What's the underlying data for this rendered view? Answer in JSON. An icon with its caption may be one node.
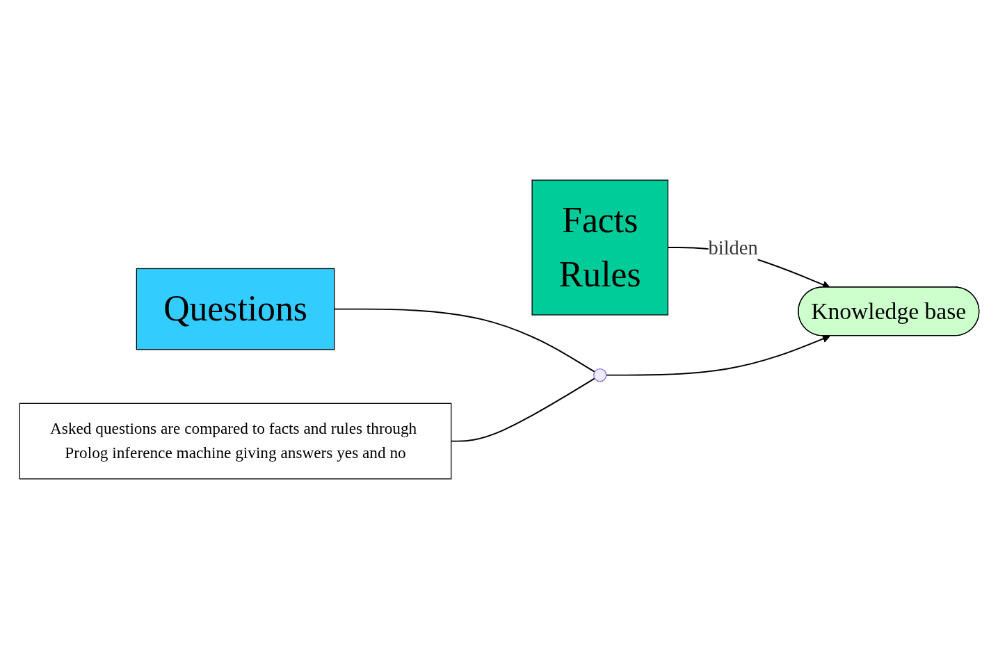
{
  "diagram": {
    "nodes": [
      {
        "text": [
          "Facts",
          "Rules"
        ]
      },
      {
        "text": [
          "Knowledge base"
        ]
      },
      {
        "text": [
          "Asked questions are compared to facts and rules through Prolog inference machine giving answers yes and no"
        ]
      },
      {
        "text": [
          "Questions"
        ]
      },
      {
        "text": [],
        "shape": "circle"
      }
    ],
    "edges": [
      {
        "from": 0,
        "to": 1,
        "arrow": "to",
        "label": "bilden"
      },
      {
        "from": 3,
        "to": 4,
        "arrow": "none"
      },
      {
        "from": 4,
        "to": 1,
        "arrow": "to"
      },
      {
        "from": 2,
        "to": 4,
        "arrow": "none"
      }
    ]
  }
}
